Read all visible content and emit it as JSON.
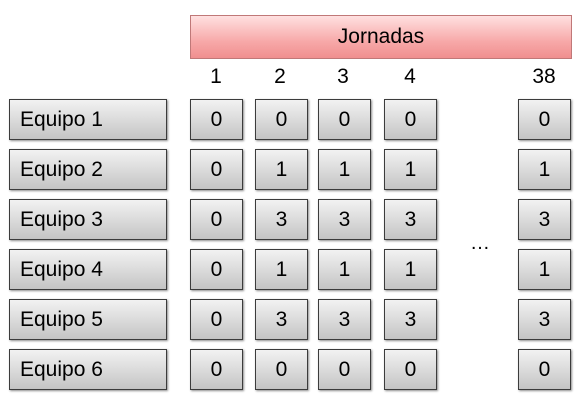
{
  "header": {
    "title": "Jornadas"
  },
  "columns": [
    "1",
    "2",
    "3",
    "4",
    "38"
  ],
  "ellipsis": "…",
  "teams": [
    {
      "name": "Equipo 1",
      "values": [
        "0",
        "0",
        "0",
        "0",
        "0"
      ]
    },
    {
      "name": "Equipo 2",
      "values": [
        "0",
        "1",
        "1",
        "1",
        "1"
      ]
    },
    {
      "name": "Equipo 3",
      "values": [
        "0",
        "3",
        "3",
        "3",
        "3"
      ]
    },
    {
      "name": "Equipo 4",
      "values": [
        "0",
        "1",
        "1",
        "1",
        "1"
      ]
    },
    {
      "name": "Equipo 5",
      "values": [
        "0",
        "3",
        "3",
        "3",
        "3"
      ]
    },
    {
      "name": "Equipo 6",
      "values": [
        "0",
        "0",
        "0",
        "0",
        "0"
      ]
    }
  ]
}
